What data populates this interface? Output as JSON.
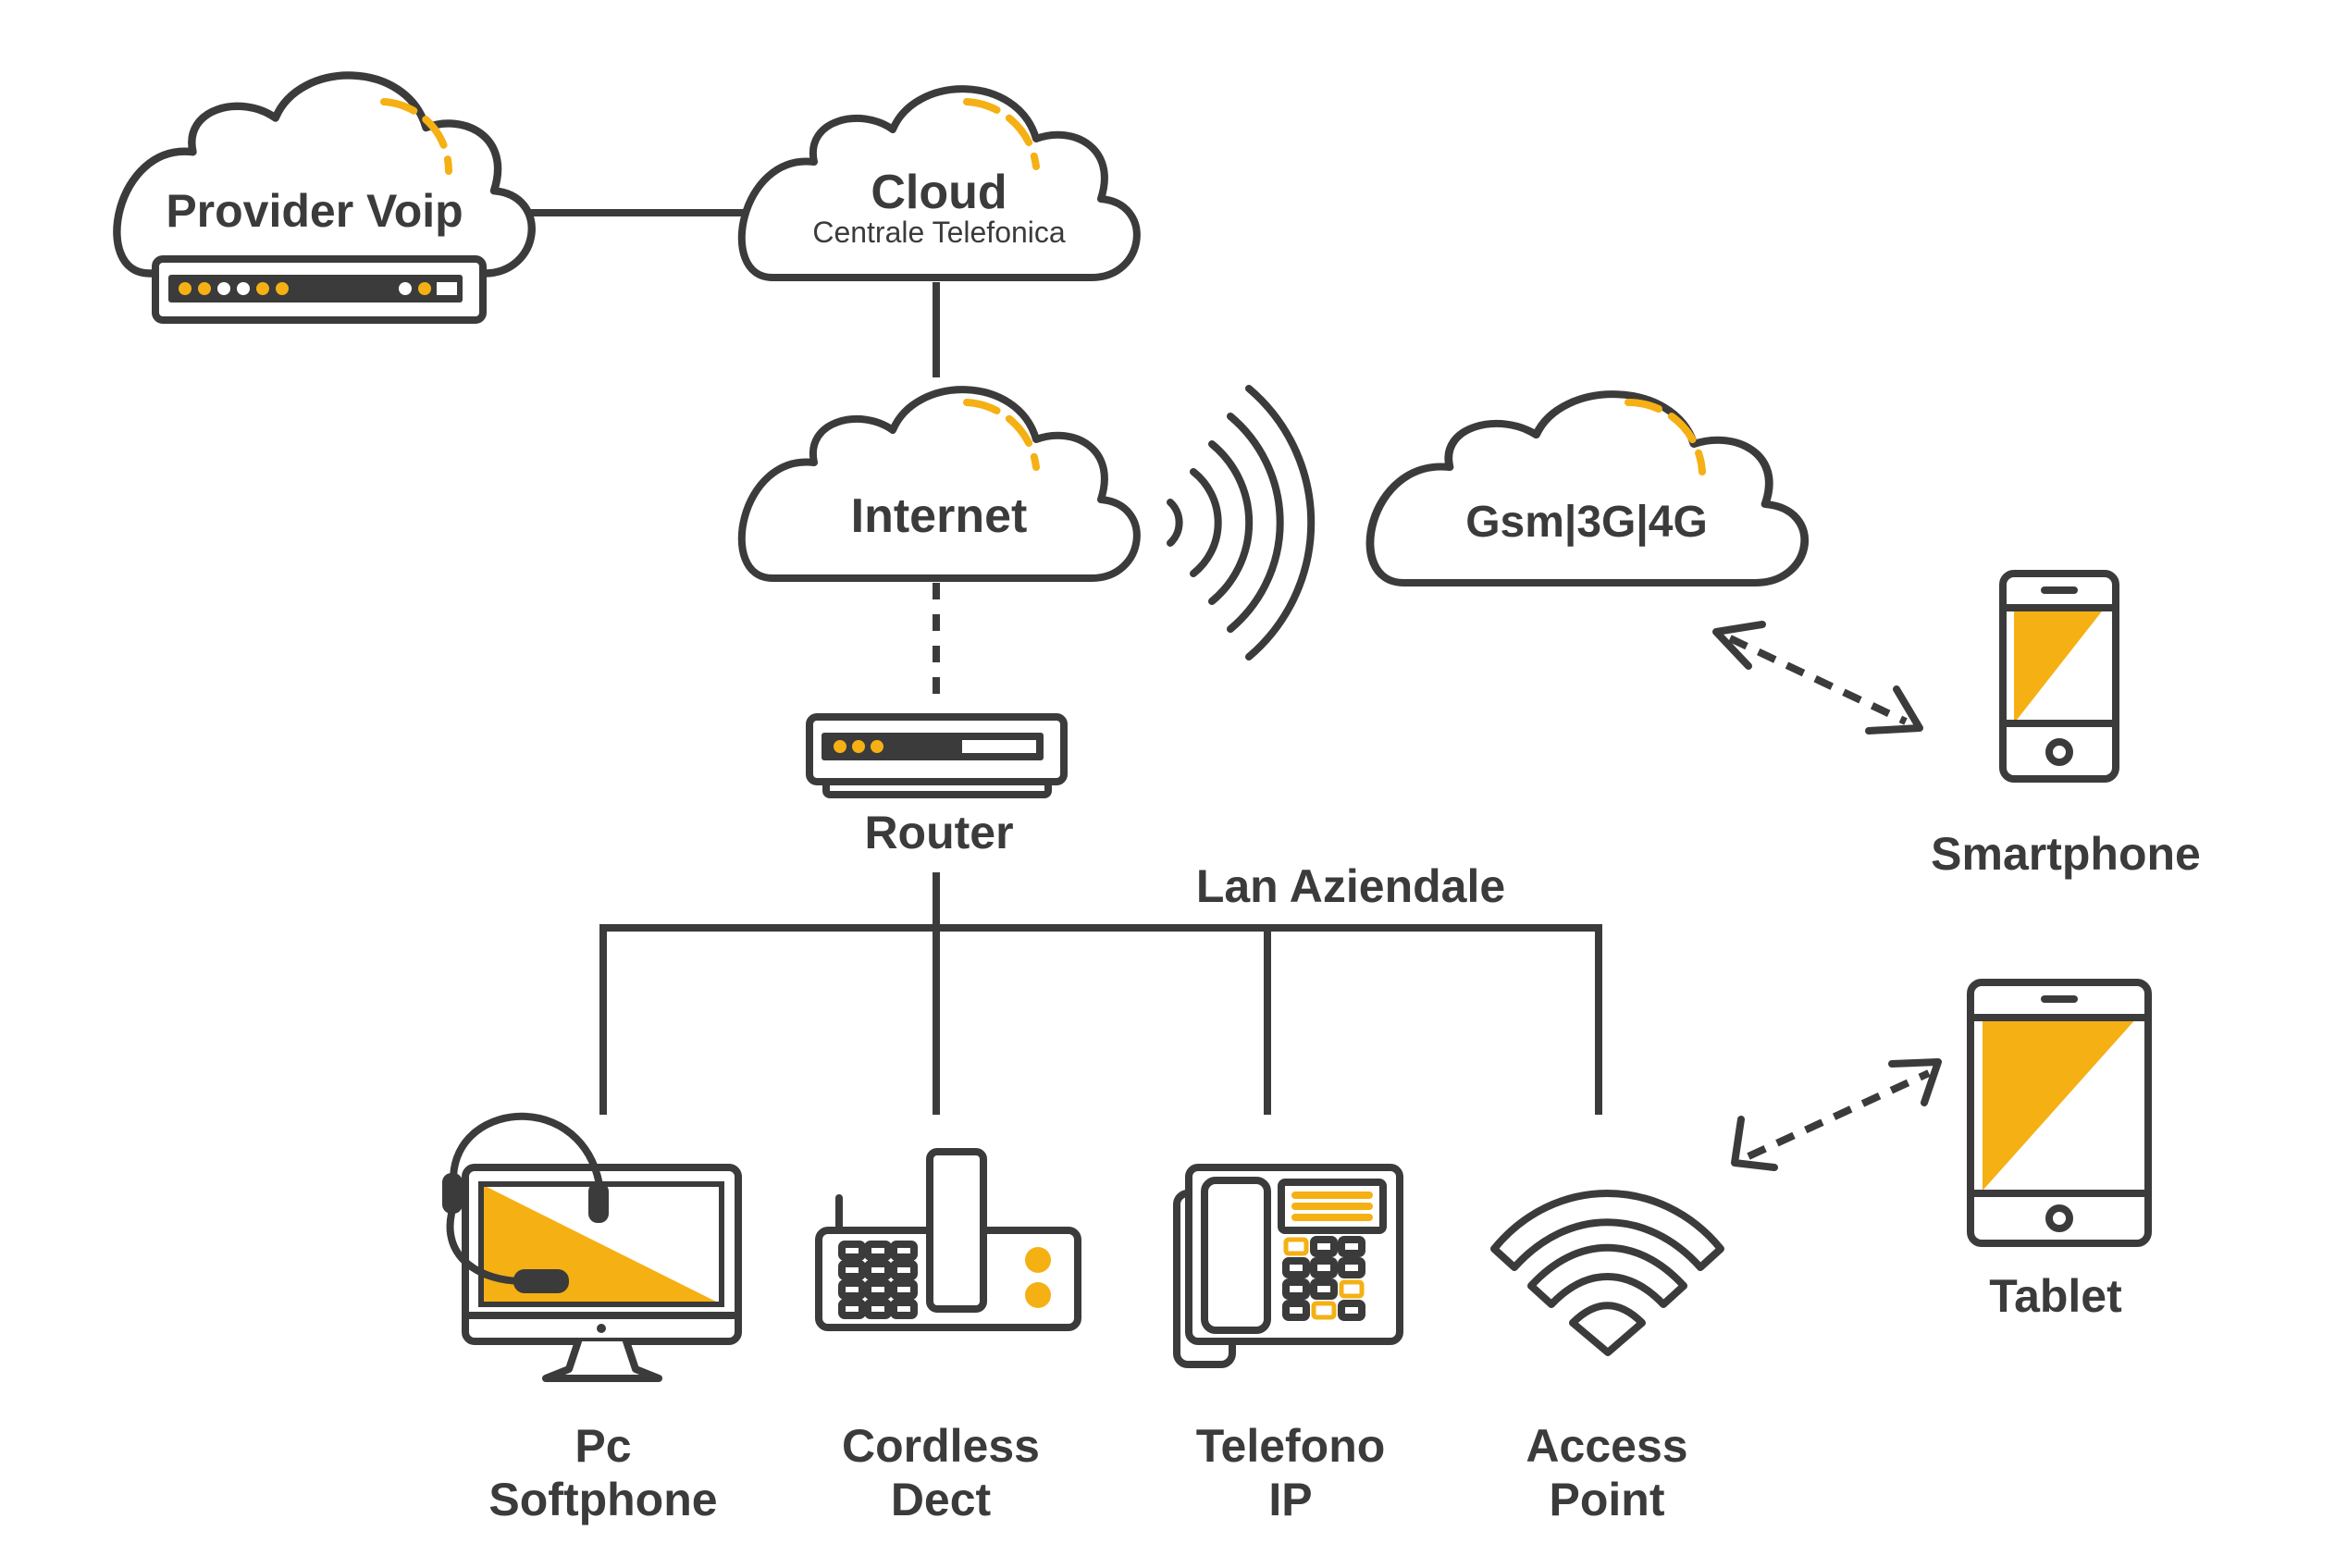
{
  "colors": {
    "ink": "#3b3b3b",
    "accent": "#f5b014",
    "background": "#ffffff"
  },
  "nodes": {
    "provider_voip": {
      "label": "Provider Voip",
      "icon": "cloud-server-icon"
    },
    "cloud": {
      "label": "Cloud",
      "sublabel": "Centrale Telefonica",
      "icon": "cloud-icon"
    },
    "internet": {
      "label": "Internet",
      "icon": "cloud-icon"
    },
    "gsm": {
      "label": "Gsm|3G|4G",
      "icon": "cloud-icon"
    },
    "router": {
      "label": "Router",
      "icon": "router-icon"
    },
    "lan": {
      "label": "Lan Aziendale"
    },
    "smartphone": {
      "label": "Smartphone",
      "icon": "smartphone-icon"
    },
    "tablet": {
      "label": "Tablet",
      "icon": "tablet-icon"
    },
    "pc_softphone": {
      "label_line1": "Pc",
      "label_line2": "Softphone",
      "icon": "monitor-headset-icon"
    },
    "cordless_dect": {
      "label_line1": "Cordless",
      "label_line2": "Dect",
      "icon": "cordless-phone-icon"
    },
    "telefono_ip": {
      "label_line1": "Telefono",
      "label_line2": "IP",
      "icon": "desk-phone-icon"
    },
    "access_point": {
      "label_line1": "Access",
      "label_line2": "Point",
      "icon": "wifi-icon"
    }
  },
  "connections": [
    {
      "from": "provider_voip",
      "to": "cloud",
      "style": "solid"
    },
    {
      "from": "cloud",
      "to": "internet",
      "style": "solid"
    },
    {
      "from": "internet",
      "to": "router",
      "style": "dashed"
    },
    {
      "from": "router",
      "to": "lan",
      "style": "solid"
    },
    {
      "from": "lan",
      "to": "pc_softphone",
      "style": "solid"
    },
    {
      "from": "lan",
      "to": "cordless_dect",
      "style": "solid"
    },
    {
      "from": "lan",
      "to": "telefono_ip",
      "style": "solid"
    },
    {
      "from": "lan",
      "to": "access_point",
      "style": "solid"
    },
    {
      "from": "gsm",
      "to": "smartphone",
      "style": "dashed-double-arrow"
    },
    {
      "from": "access_point",
      "to": "tablet",
      "style": "dashed-double-arrow"
    }
  ]
}
